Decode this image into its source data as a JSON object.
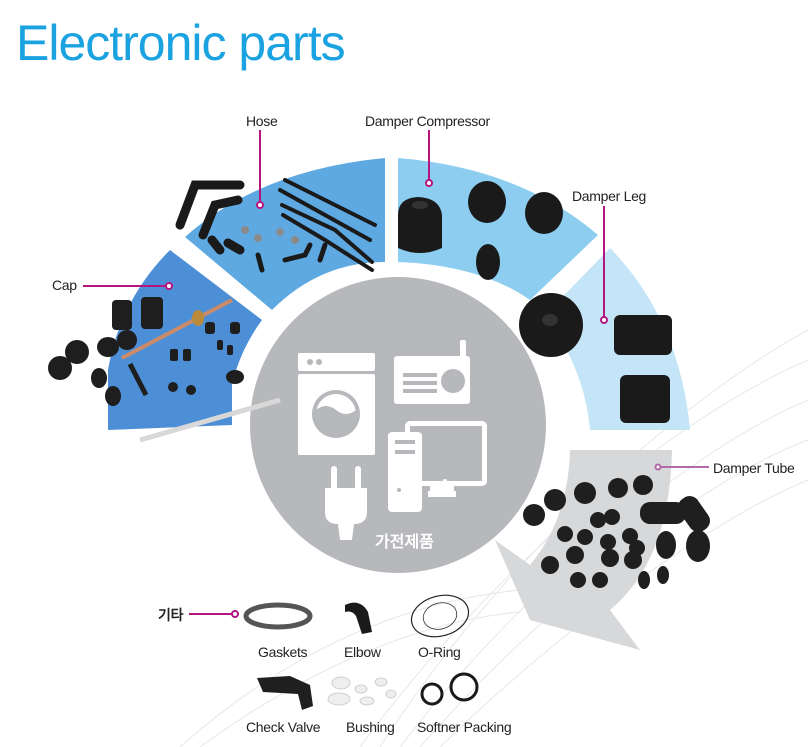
{
  "title": "Electronic parts",
  "center": {
    "label": "가전제품",
    "icons": [
      "washing-machine",
      "radio",
      "desktop-computer",
      "power-plug"
    ]
  },
  "segments": [
    {
      "id": "cap",
      "label": "Cap",
      "color": "#4d8fd6"
    },
    {
      "id": "hose",
      "label": "Hose",
      "color": "#5ea9e2"
    },
    {
      "id": "damper-compressor",
      "label": "Damper Compressor",
      "color": "#8ccdf0"
    },
    {
      "id": "damper-leg",
      "label": "Damper Leg",
      "color": "#c4e5f7"
    },
    {
      "id": "damper-tube",
      "label": "Damper Tube",
      "color": "#d9d9d9"
    }
  ],
  "others": {
    "label": "기타",
    "items": [
      "Gaskets",
      "Elbow",
      "O-Ring",
      "Check Valve",
      "Bushing",
      "Softner Packing"
    ]
  },
  "colors": {
    "accent": "#1aa3e0",
    "leader": "#b5157f",
    "center_circle": "#b7b8bb"
  }
}
